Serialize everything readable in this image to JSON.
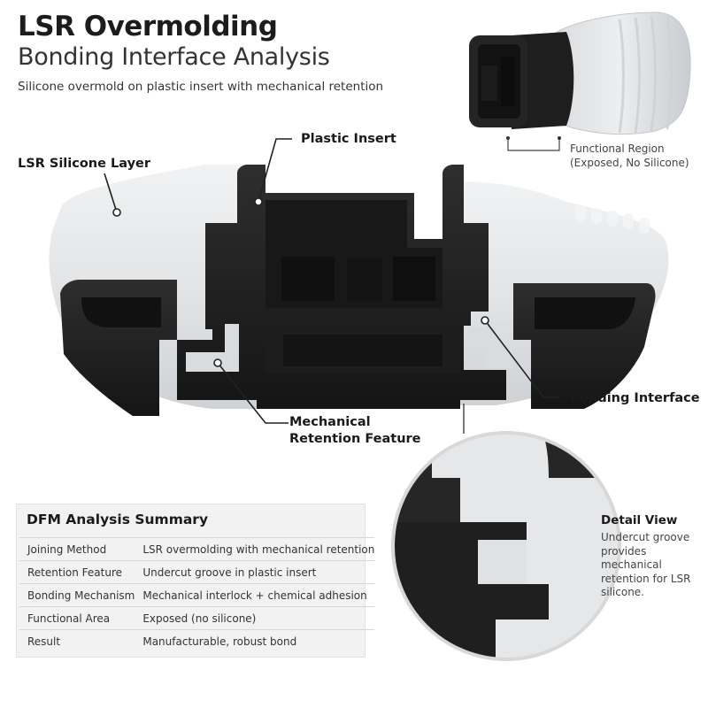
{
  "header": {
    "title": "LSR Overmolding",
    "subtitle": "Bonding Interface Analysis",
    "description": "Silicone overmold on plastic insert with mechanical retention"
  },
  "callouts": {
    "silicone_layer": "LSR Silicone Layer",
    "plastic_insert": "Plastic Insert",
    "bonding_interface": "Bonding Interface",
    "retention_line1": "Mechanical",
    "retention_line2": "Retention Feature",
    "functional_line1": "Functional Region",
    "functional_line2": "(Exposed, No Silicone)"
  },
  "summary": {
    "title": "DFM Analysis Summary",
    "rows": [
      {
        "label": "Joining Method",
        "value": "LSR overmolding with mechanical retention"
      },
      {
        "label": "Retention Feature",
        "value": "Undercut groove in plastic insert"
      },
      {
        "label": "Bonding Mechanism",
        "value": "Mechanical interlock + chemical adhesion"
      },
      {
        "label": "Functional Area",
        "value": "Exposed (no silicone)"
      },
      {
        "label": "Result",
        "value": "Manufacturable, robust bond"
      }
    ]
  },
  "detail": {
    "title": "Detail View",
    "text": "Undercut groove provides mechanical retention for LSR silicone."
  },
  "colors": {
    "silicone": "#e4e6e8",
    "plastic": "#232323",
    "background": "#ffffff"
  }
}
